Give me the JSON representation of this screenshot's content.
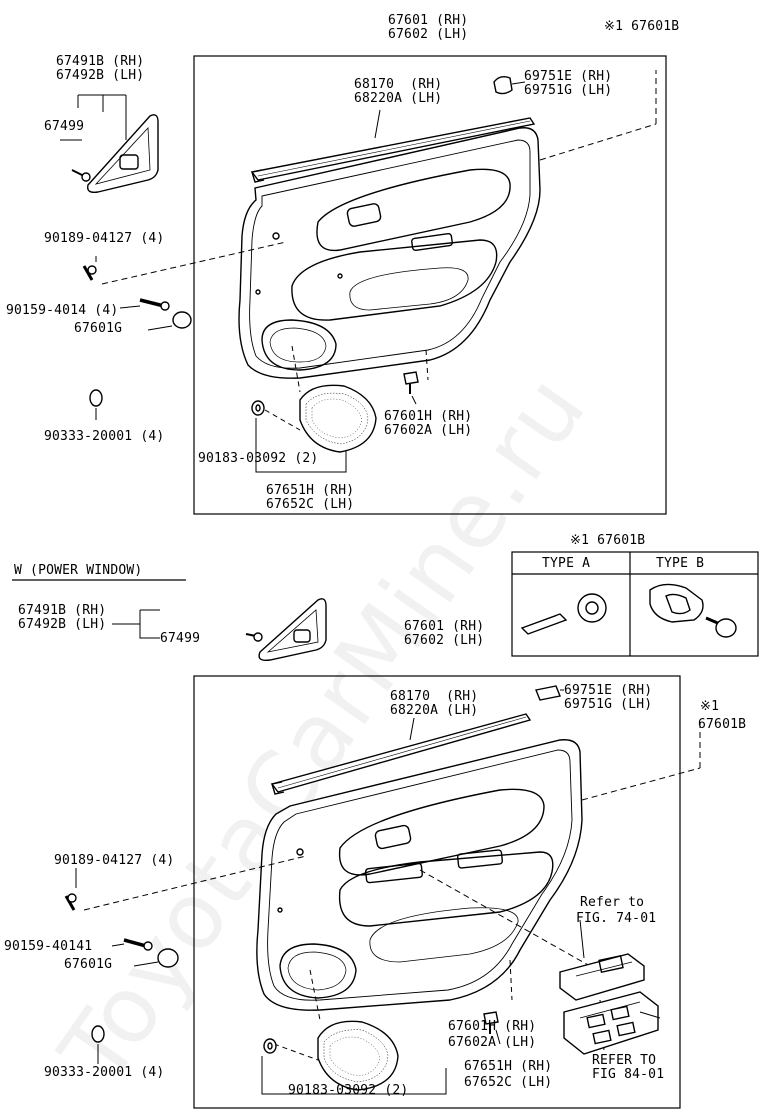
{
  "watermark": "ToyotaCarMine.ru",
  "top": {
    "panel_rh": "67601 (RH)",
    "panel_lh": "67602 (LH)",
    "note_b": "※1 67601B",
    "tri_rh": "67491B (RH)",
    "tri_lh": "67492B (LH)",
    "tri_part": "67499",
    "weather_rh": "68170  (RH)",
    "weather_lh": "68220A (LH)",
    "clip_rh": "69751E (RH)",
    "clip_lh": "69751G (LH)",
    "screw1": "90189-04127 (4)",
    "screw2": "90159-4014 (4)",
    "cap": "67601G",
    "bolt": "90333-20001 (4)",
    "clip2_rh": "67601H (RH)",
    "clip2_lh": "67602A (LH)",
    "washer": "90183-03092 (2)",
    "grille_rh": "67651H (RH)",
    "grille_lh": "67652C (LH)"
  },
  "bottom": {
    "title": "W (POWER WINDOW)",
    "note_b": "※1 67601B",
    "type_a": "TYPE A",
    "type_b": "TYPE B",
    "tri_rh": "67491B (RH)",
    "tri_lh": "67492B (LH)",
    "tri_part": "67499",
    "panel_rh": "67601 (RH)",
    "panel_lh": "67602 (LH)",
    "weather_rh": "68170  (RH)",
    "weather_lh": "68220A (LH)",
    "clip_rh": "69751E (RH)",
    "clip_lh": "69751G (LH)",
    "note_right_1": "※1",
    "note_right_2": "67601B",
    "screw1": "90189-04127 (4)",
    "screw2": "90159-40141",
    "cap": "67601G",
    "bolt": "90333-20001 (4)",
    "refer1_a": "Refer to",
    "refer1_b": "FIG. 74-01",
    "clip2_rh": "67601H (RH)",
    "clip2_lh": "67602A (LH)",
    "refer2_a": "REFER TO",
    "refer2_b": "FIG 84-01",
    "washer": "90183-03092 (2)",
    "grille_rh": "67651H (RH)",
    "grille_lh": "67652C (LH)"
  }
}
